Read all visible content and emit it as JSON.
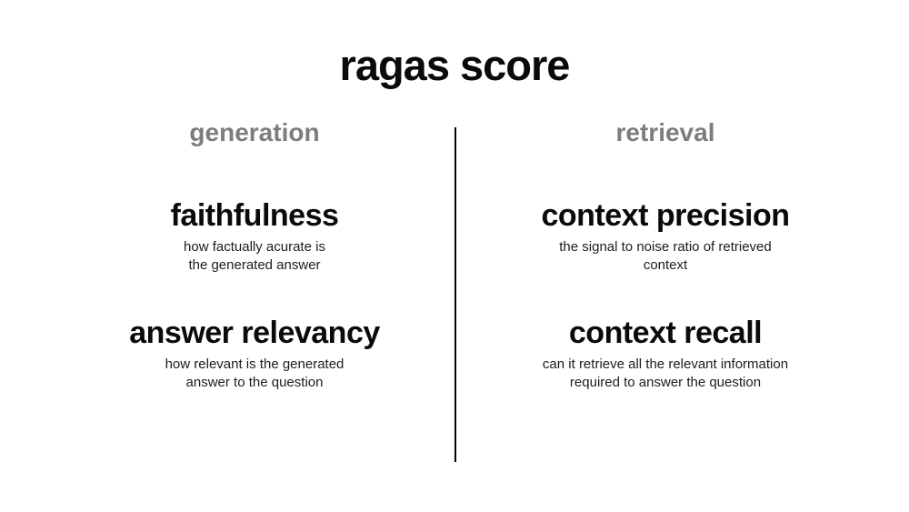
{
  "title": "ragas score",
  "divider": {
    "color": "#000000"
  },
  "colors": {
    "background": "#ffffff",
    "heading_text": "#0a0a0a",
    "column_header_text": "#7d7d7d",
    "description_text": "#1c1c1c"
  },
  "columns": [
    {
      "header": "generation",
      "metrics": [
        {
          "name": "faithfulness",
          "description_line1": "how factually acurate is",
          "description_line2": "the generated answer"
        },
        {
          "name": "answer relevancy",
          "description_line1": "how relevant is the generated",
          "description_line2": "answer to the question"
        }
      ]
    },
    {
      "header": "retrieval",
      "metrics": [
        {
          "name": "context precision",
          "description_line1": "the signal to noise ratio of retrieved",
          "description_line2": "context"
        },
        {
          "name": "context recall",
          "description_line1": "can it retrieve all the relevant information",
          "description_line2": "required to answer the question"
        }
      ]
    }
  ]
}
